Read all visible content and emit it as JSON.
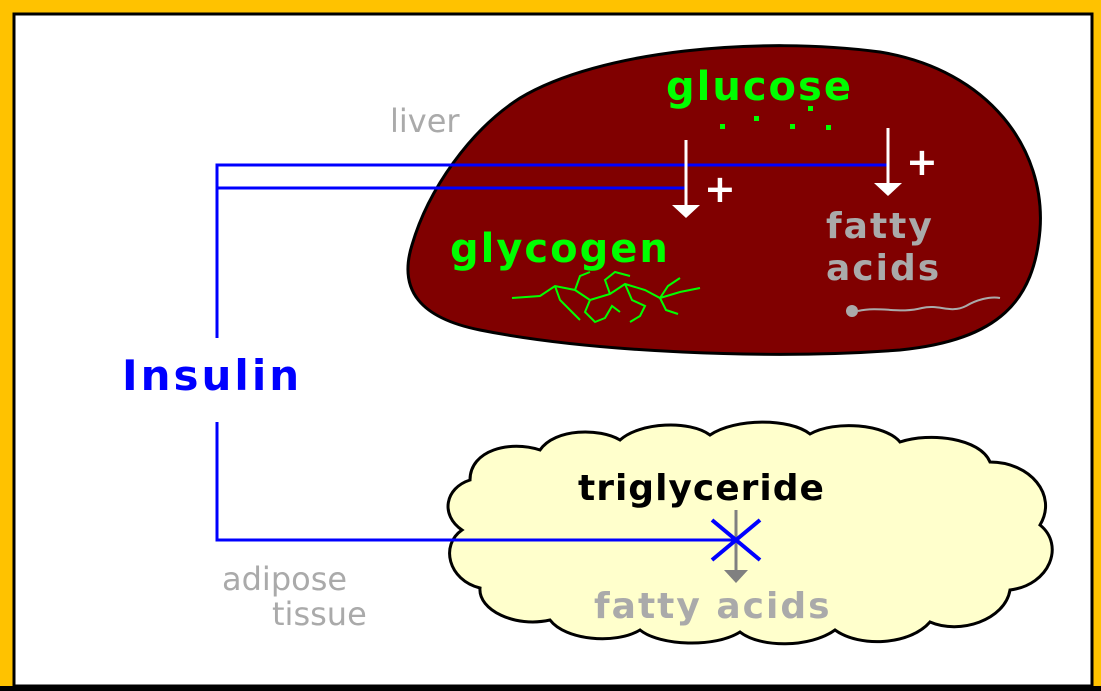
{
  "colors": {
    "frame": "#FFC200",
    "background": "#FFFFFF",
    "liver_fill": "#800000",
    "adipose_fill": "#FFFFCC",
    "insulin": "#0000FF",
    "liver_text": "#00FF00",
    "muted_text": "#AAAAAA",
    "arrow_white": "#FFFFFF",
    "arrow_gray": "#808080"
  },
  "liver": {
    "label": "liver",
    "glucose": "glucose",
    "glycogen": "glycogen",
    "fatty_acids_line1": "fatty",
    "fatty_acids_line2": "acids",
    "plus_glycogen": "+",
    "plus_fatty": "+"
  },
  "insulin": {
    "label": "Insulin"
  },
  "adipose": {
    "label_line1": "adipose",
    "label_line2": "tissue",
    "triglyceride": "triglyceride",
    "fatty_acids": "fatty acids",
    "inhibit_symbol": "X"
  }
}
